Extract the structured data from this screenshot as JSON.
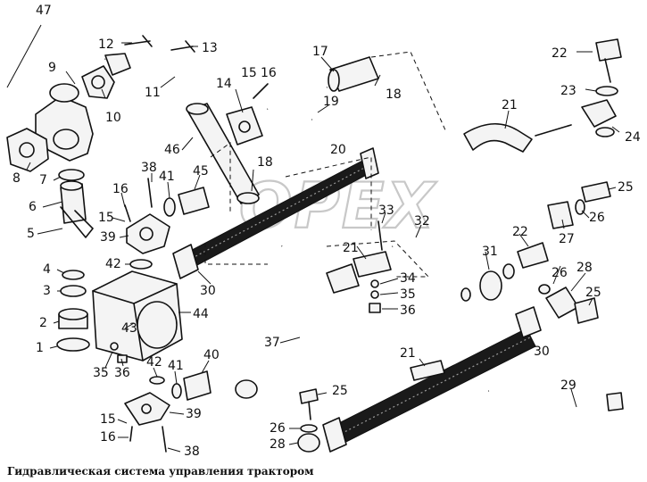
{
  "caption": "Гидравлическая система управления трактором",
  "watermark": "OPEX",
  "callouts": [
    "47",
    "12",
    "13",
    "9",
    "10",
    "11",
    "14",
    "15",
    "16",
    "17",
    "18",
    "19",
    "20",
    "21",
    "22",
    "23",
    "24",
    "8",
    "7",
    "6",
    "5",
    "46",
    "18",
    "38",
    "16",
    "41",
    "45",
    "15",
    "39",
    "25",
    "26",
    "27",
    "33",
    "32",
    "22",
    "21",
    "31",
    "34",
    "35",
    "36",
    "4",
    "3",
    "2",
    "1",
    "42",
    "43",
    "44",
    "30",
    "28",
    "25",
    "26",
    "37",
    "30",
    "35",
    "36",
    "42",
    "41",
    "40",
    "21",
    "25",
    "29",
    "15",
    "39",
    "16",
    "38",
    "26",
    "28"
  ]
}
